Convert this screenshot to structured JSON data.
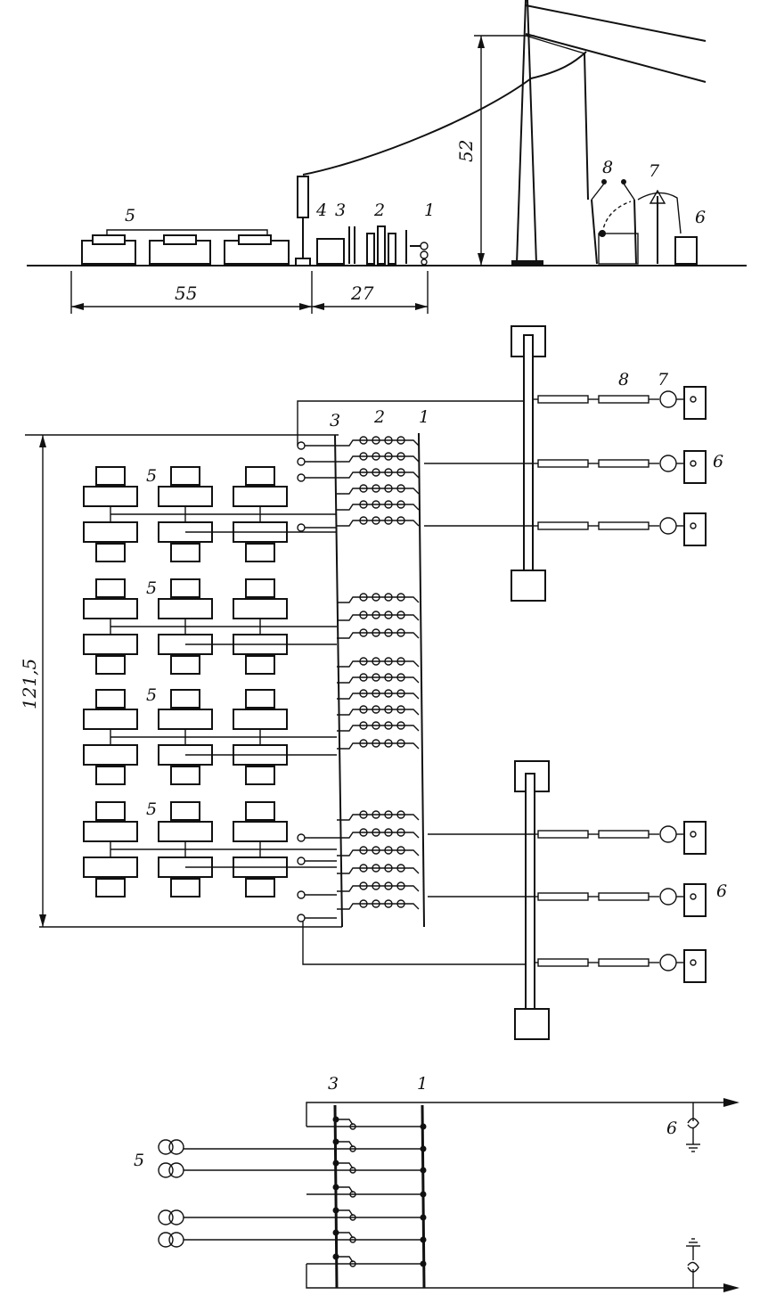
{
  "elevation": {
    "labels": [
      "5",
      "4",
      "3",
      "2",
      "1",
      "8",
      "7",
      "6"
    ],
    "dims": {
      "width_left": "55",
      "width_right": "27",
      "height": "52"
    }
  },
  "plan": {
    "labels": {
      "l3": "3",
      "l2": "2",
      "l1": "1",
      "l8": "8",
      "l7": "7",
      "l6a": "6",
      "l6b": "6",
      "l5a": "5",
      "l5b": "5",
      "l5c": "5",
      "l5d": "5"
    },
    "dim_height": "121,5"
  },
  "schematic": {
    "labels": {
      "l3": "3",
      "l1": "1",
      "l5": "5",
      "l6": "6"
    }
  }
}
